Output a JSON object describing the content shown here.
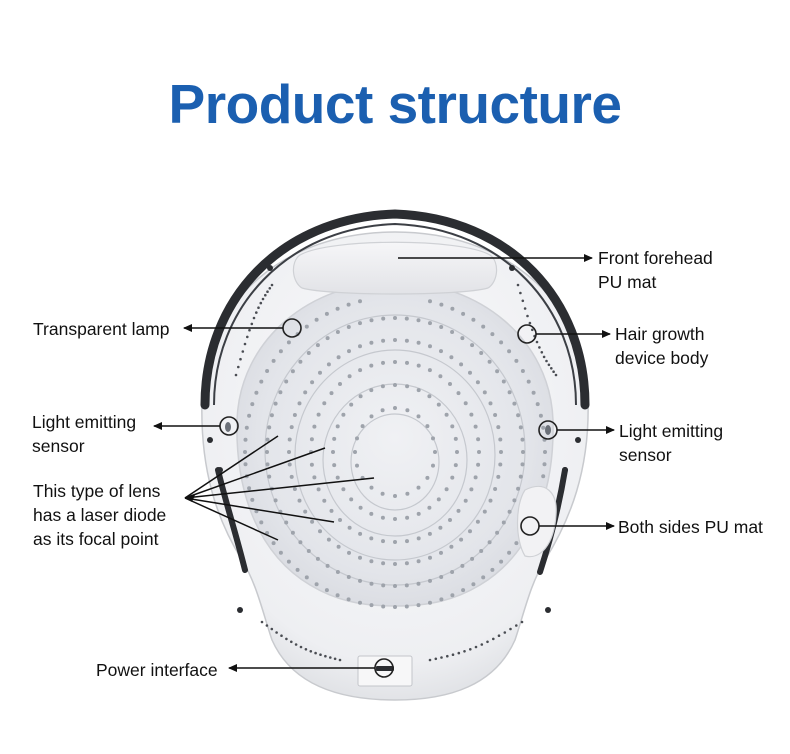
{
  "page": {
    "title": "Product structure"
  },
  "labels": {
    "front_forehead_1": "Front forehead",
    "front_forehead_2": "PU mat",
    "transparent_lamp": "Transparent lamp",
    "hair_growth_1": "Hair growth",
    "hair_growth_2": "device body",
    "light_left_1": "Light emitting",
    "light_left_2": "sensor",
    "light_right_1": "Light emitting",
    "light_right_2": "sensor",
    "lens_1": "This type of lens",
    "lens_2": "has a laser diode",
    "lens_3": "as its focal point",
    "both_sides": "Both sides PU mat",
    "power": "Power interface"
  },
  "colors": {
    "title": "#1b5fb0",
    "text": "#111111",
    "helmet_shell": "#f4f4f6",
    "inner_panel": "#e4e6ea",
    "strap": "#2b2d31"
  }
}
